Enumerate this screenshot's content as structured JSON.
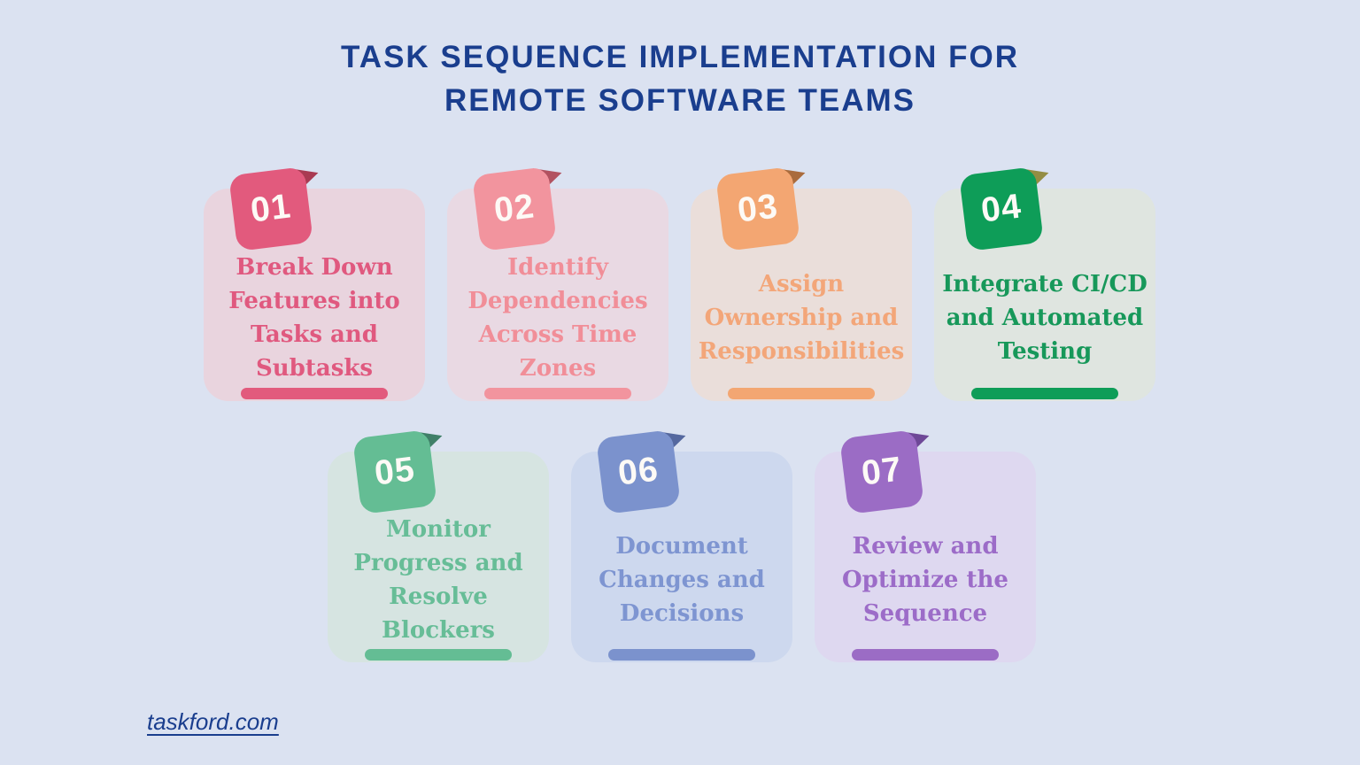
{
  "page": {
    "title": "TASK SEQUENCE IMPLEMENTATION FOR\nREMOTE SOFTWARE TEAMS",
    "title_color": "#1a3e8e",
    "background_color": "#dbe2f1",
    "footer_link": "taskford.com",
    "footer_link_color": "#1a3e8e"
  },
  "steps": [
    {
      "number": "01",
      "title": "Break Down\nFeatures into\nTasks and\nSubtasks",
      "colors": {
        "accent": "#e25a7d",
        "fold": "#a93a52",
        "card_bg": "#e9d4de",
        "text": "#e0597f"
      }
    },
    {
      "number": "02",
      "title": "Identify\nDependencies\nAcross Time\nZones",
      "colors": {
        "accent": "#f2949e",
        "fold": "#b25260",
        "card_bg": "#e9d9e3",
        "text": "#f18e98"
      }
    },
    {
      "number": "03",
      "title": "Assign\nOwnership and\nResponsibilities",
      "colors": {
        "accent": "#f3a672",
        "fold": "#aa6b3c",
        "card_bg": "#eadeda",
        "text": "#f3a679"
      }
    },
    {
      "number": "04",
      "title": "Integrate CI/CD\nand Automated\nTesting",
      "colors": {
        "accent": "#0e9d58",
        "fold": "#948d43",
        "card_bg": "#dfe5e0",
        "text": "#17985a"
      }
    },
    {
      "number": "05",
      "title": "Monitor\nProgress and\nResolve\nBlockers",
      "colors": {
        "accent": "#64bd94",
        "fold": "#3f7f68",
        "card_bg": "#d6e4e1",
        "text": "#67bd97"
      }
    },
    {
      "number": "06",
      "title": "Document\nChanges and\nDecisions",
      "colors": {
        "accent": "#7b92cd",
        "fold": "#55689f",
        "card_bg": "#cdd8ee",
        "text": "#7e95d1"
      }
    },
    {
      "number": "07",
      "title": "Review and\nOptimize the\nSequence",
      "colors": {
        "accent": "#9b6cc5",
        "fold": "#6e4897",
        "card_bg": "#ded8f0",
        "text": "#9c6cc8"
      }
    }
  ]
}
